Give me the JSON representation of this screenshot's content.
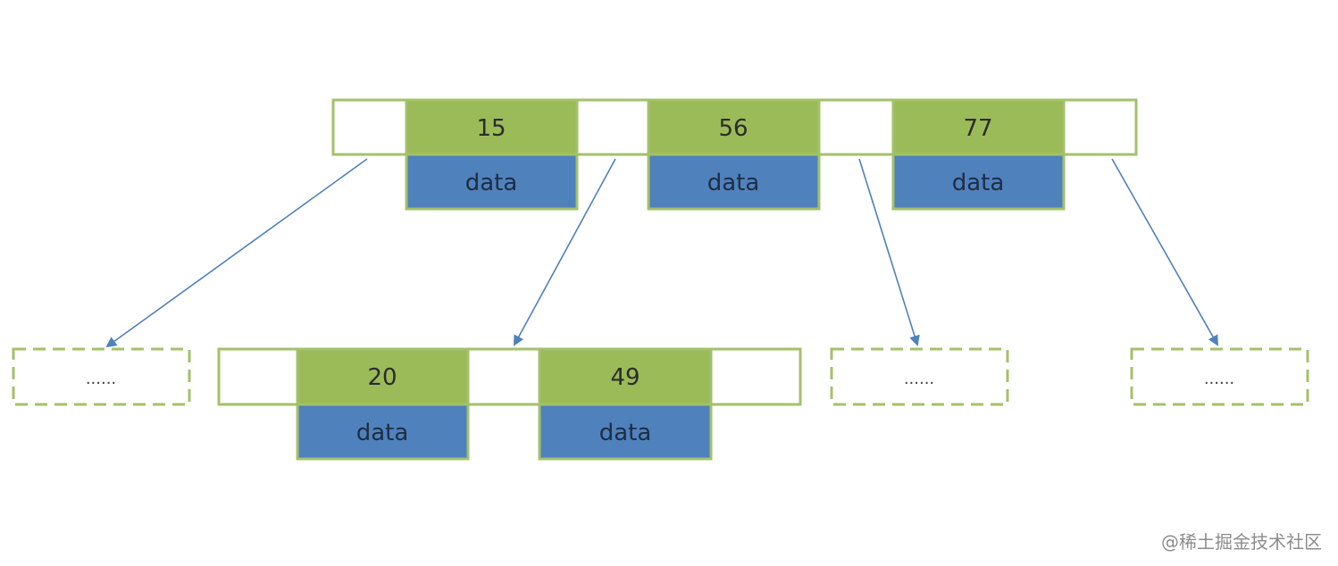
{
  "root": {
    "keys": [
      {
        "key": "15",
        "data": "data"
      },
      {
        "key": "56",
        "data": "data"
      },
      {
        "key": "77",
        "data": "data"
      }
    ]
  },
  "child": {
    "keys": [
      {
        "key": "20",
        "data": "data"
      },
      {
        "key": "49",
        "data": "data"
      }
    ]
  },
  "stubs": {
    "left": "......",
    "middle": "......",
    "right": "......"
  },
  "watermark": "@稀土掘金技术社区",
  "colors": {
    "key_fill": "#9bbb59",
    "data_fill": "#4f81bd",
    "outline": "#a3c16a",
    "pointer": "#4f81bd"
  }
}
